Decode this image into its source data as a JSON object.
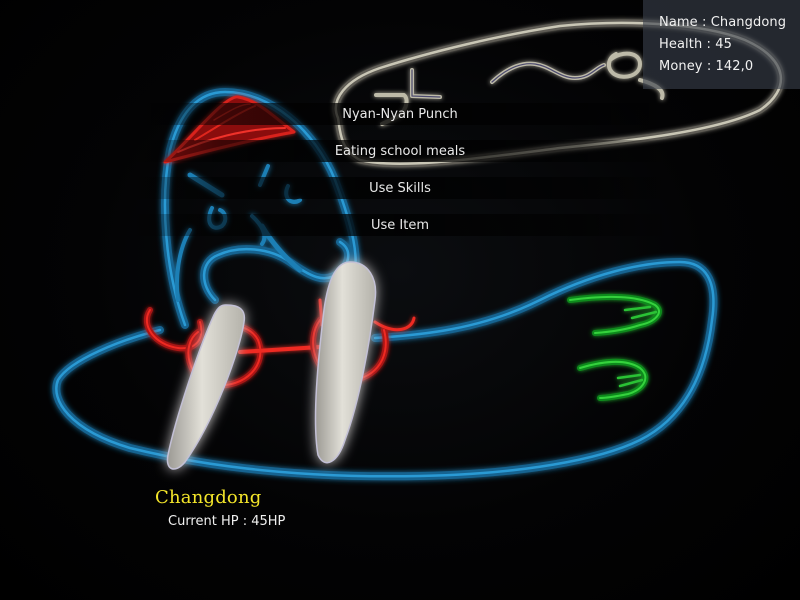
{
  "info_panel": {
    "name_label": "Name : Changdong",
    "health_label": "Health : 45",
    "money_label": "Money : 142,0",
    "name": "Changdong",
    "health": 45,
    "money": "142,0"
  },
  "command_menu": {
    "items": [
      {
        "label": "Nyan-Nyan Punch"
      },
      {
        "label": "Eating school meals"
      },
      {
        "label": "Use Skills"
      },
      {
        "label": "Use Item"
      }
    ]
  },
  "character_status": {
    "name": "Changdong",
    "current_hp_label": "Current HP : 45HP",
    "current_hp": "45HP"
  },
  "scene": {
    "enemy": "neon-walrus-creature",
    "speech_bubble": "neon-outline-speech-bubble",
    "colors": {
      "outline_blue": "#1f7fb8",
      "accent_red": "#d8201e",
      "accent_green": "#1fb82a",
      "tusk_white": "#d8d6cc",
      "bubble_gray": "#b9b6a6",
      "name_yellow": "#f4e62a"
    }
  }
}
